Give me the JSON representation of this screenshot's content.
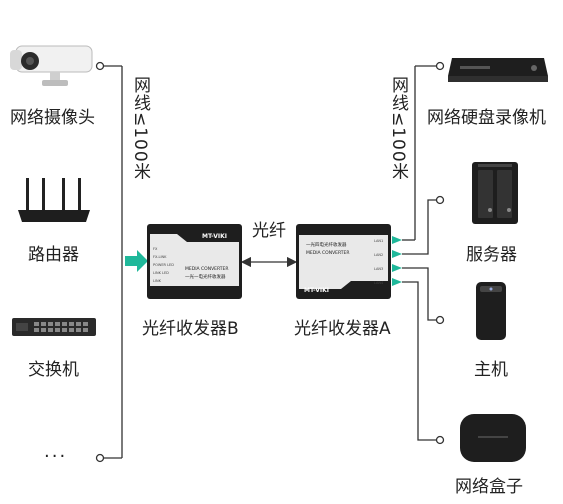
{
  "left_devices": {
    "camera": "网络摄像头",
    "router": "路由器",
    "switch": "交换机",
    "more": "···"
  },
  "left_cable_label": "网线≤100米",
  "right_cable_label": "网线≤100米",
  "fiber_label": "光纤",
  "transceiver_b": {
    "label": "光纤收发器B",
    "brand": "MT-VIKI",
    "title": "MEDIA CONVERTER",
    "subtitle": "一光一电光纤收发器",
    "port_labels": [
      "FX",
      "FX-LINK",
      "POWER LED",
      "LINK LED",
      "LINK"
    ]
  },
  "transceiver_a": {
    "label": "光纤收发器A",
    "brand": "MT-VIKI",
    "title": "MEDIA CONVERTER",
    "subtitle": "一光四电光纤收发器",
    "port_labels": [
      "LAN1",
      "LAN2",
      "LAN3",
      "LAN4"
    ]
  },
  "right_devices": {
    "nvr": "网络硬盘录像机",
    "server": "服务器",
    "host": "主机",
    "box": "网络盒子"
  },
  "colors": {
    "accent": "#1fb89a",
    "line": "#333333",
    "device_dark": "#1e1e1e"
  }
}
